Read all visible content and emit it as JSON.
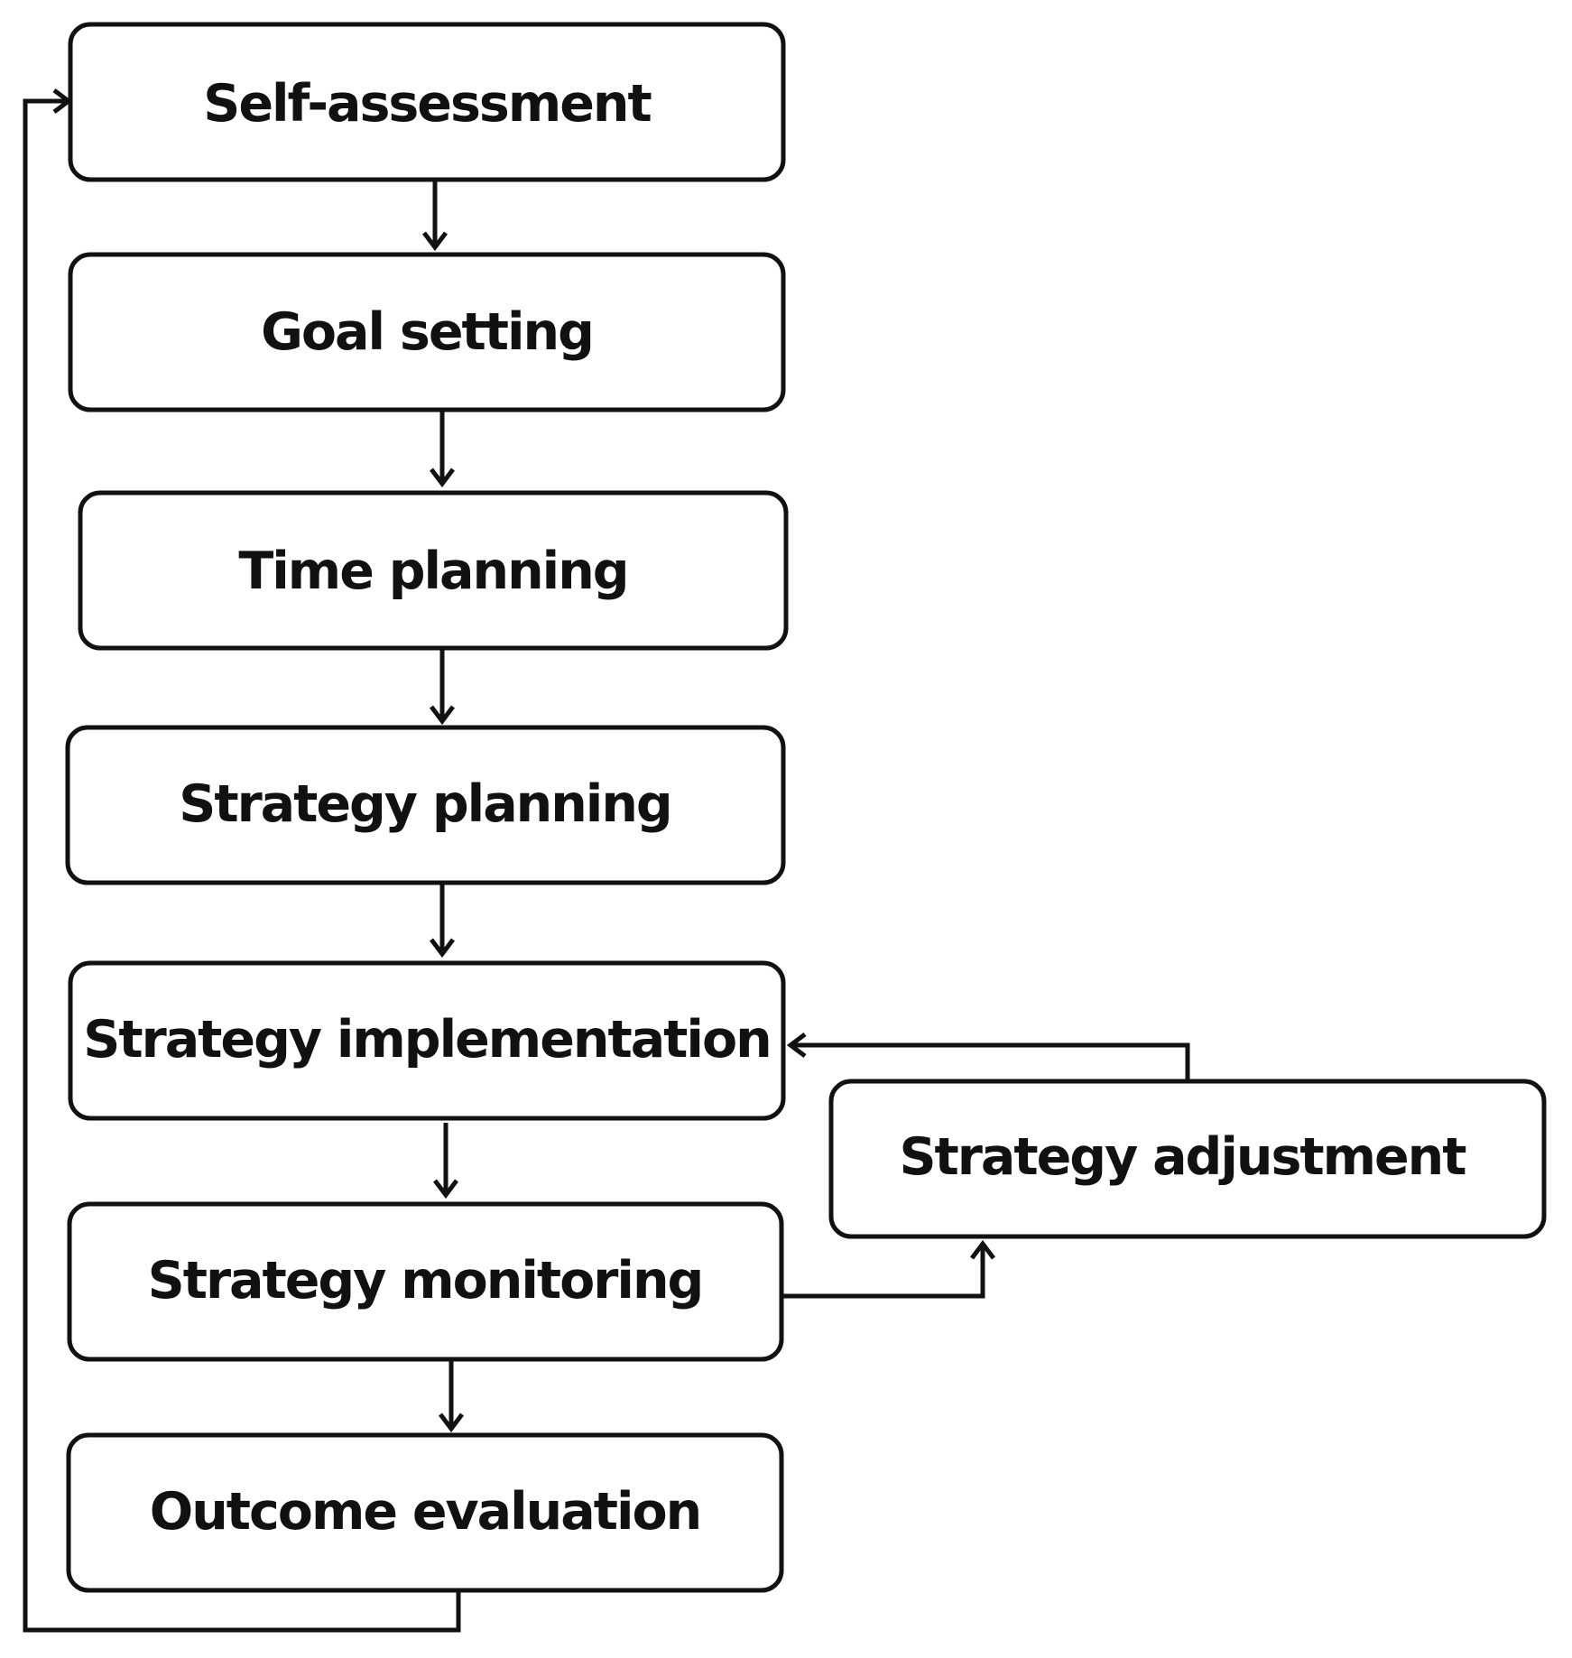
{
  "diagram": {
    "nodes": [
      {
        "id": "self-assessment",
        "label": "Self-assessment"
      },
      {
        "id": "goal-setting",
        "label": "Goal setting"
      },
      {
        "id": "time-planning",
        "label": "Time planning"
      },
      {
        "id": "strategy-planning",
        "label": "Strategy planning"
      },
      {
        "id": "strategy-implementation",
        "label": "Strategy implementation"
      },
      {
        "id": "strategy-monitoring",
        "label": "Strategy monitoring"
      },
      {
        "id": "outcome-evaluation",
        "label": "Outcome evaluation"
      },
      {
        "id": "strategy-adjustment",
        "label": "Strategy adjustment"
      }
    ],
    "edges": [
      {
        "from": "self-assessment",
        "to": "goal-setting"
      },
      {
        "from": "goal-setting",
        "to": "time-planning"
      },
      {
        "from": "time-planning",
        "to": "strategy-planning"
      },
      {
        "from": "strategy-planning",
        "to": "strategy-implementation"
      },
      {
        "from": "strategy-implementation",
        "to": "strategy-monitoring"
      },
      {
        "from": "strategy-monitoring",
        "to": "outcome-evaluation"
      },
      {
        "from": "strategy-monitoring",
        "to": "strategy-adjustment"
      },
      {
        "from": "strategy-adjustment",
        "to": "strategy-implementation"
      },
      {
        "from": "outcome-evaluation",
        "to": "self-assessment"
      }
    ],
    "colors": {
      "stroke": "#111111",
      "fill": "#ffffff",
      "text": "#111111"
    }
  }
}
